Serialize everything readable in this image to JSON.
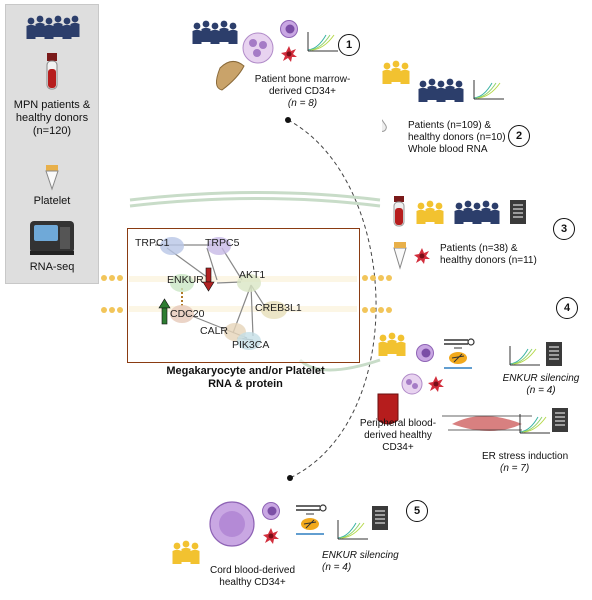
{
  "sidebar": {
    "cohort_label": "MPN patients & healthy donors (n=120)",
    "platelet_label": "Platelet",
    "rnaseq_label": "RNA-seq"
  },
  "steps": [
    {
      "number": "1",
      "line1": "Patient bone marrow-",
      "line2": "derived CD34+",
      "n": "(n = 8)"
    },
    {
      "number": "2",
      "line1": "Patients (n=109) &",
      "line2": "healthy donors (n=10)",
      "line3": "Whole blood RNA"
    },
    {
      "number": "3",
      "line1": "Patients (n=38) &",
      "line2": "healthy donors (n=11)"
    },
    {
      "number": "4",
      "silencing": "ENKUR silencing",
      "silencing_n": "(n = 4)",
      "source1": "Peripheral blood-",
      "source2": "derived healthy",
      "source3": "CD34+",
      "er": "ER stress induction",
      "er_n": "(n = 7)"
    },
    {
      "number": "5",
      "source1": "Cord blood-derived",
      "source2": "healthy CD34+",
      "silencing": "ENKUR silencing",
      "silencing_n": "(n = 4)"
    }
  ],
  "network": {
    "nodes": [
      "TRPC1",
      "TRPC5",
      "ENKUR",
      "AKT1",
      "CREB3L1",
      "CDC20",
      "CALR",
      "PIK3CA"
    ],
    "caption_line1": "Megakaryocyte and/or Platelet",
    "caption_line2": "RNA & protein"
  },
  "colors": {
    "donor_blue": "#2c3e6b",
    "patient_yellow": "#f2c230",
    "down_arrow": "#b22222",
    "up_arrow": "#2e7d32",
    "box_border": "#8a3b12",
    "cell_purple": "#b48ad6",
    "platelet_red": "#d22e3c"
  }
}
